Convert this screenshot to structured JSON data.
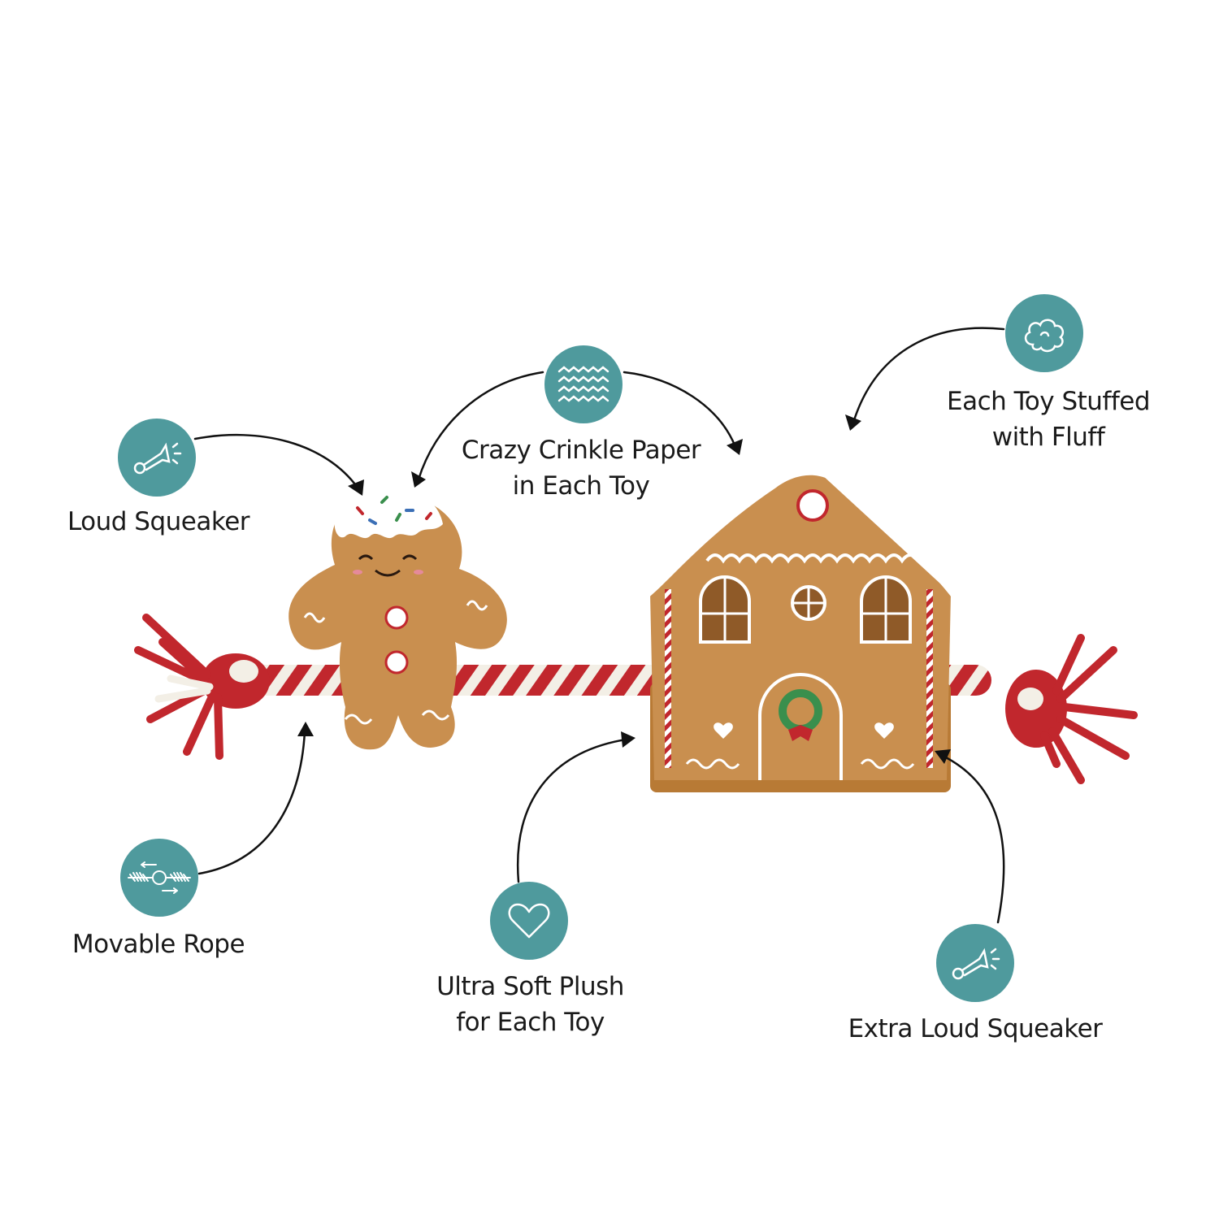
{
  "colors": {
    "badge": "#4f9a9d",
    "icon_stroke": "#ffffff",
    "arrow": "#111111",
    "gingerbread": "#c98f4f",
    "icing": "#ffffff",
    "rope_red": "#c1272d",
    "rope_white": "#f3efe6"
  },
  "product_image": {
    "items": [
      "gingerbread-man-plush",
      "gingerbread-house-plush",
      "tug-rope"
    ]
  },
  "features": {
    "loud_squeaker": {
      "icon": "horn-icon",
      "lines": [
        "Loud Squeaker"
      ]
    },
    "crinkle_paper": {
      "icon": "waves-icon",
      "lines": [
        "Crazy Crinkle Paper",
        "in Each Toy"
      ]
    },
    "stuffed_fluff": {
      "icon": "fluff-cloud-icon",
      "lines": [
        "Each Toy Stuffed",
        "with Fluff"
      ]
    },
    "movable_rope": {
      "icon": "rope-icon",
      "lines": [
        "Movable Rope"
      ]
    },
    "soft_plush": {
      "icon": "heart-icon",
      "lines": [
        "Ultra Soft Plush",
        "for Each Toy"
      ]
    },
    "extra_loud_squeaker": {
      "icon": "horn-icon",
      "lines": [
        "Extra Loud Squeaker"
      ]
    }
  }
}
